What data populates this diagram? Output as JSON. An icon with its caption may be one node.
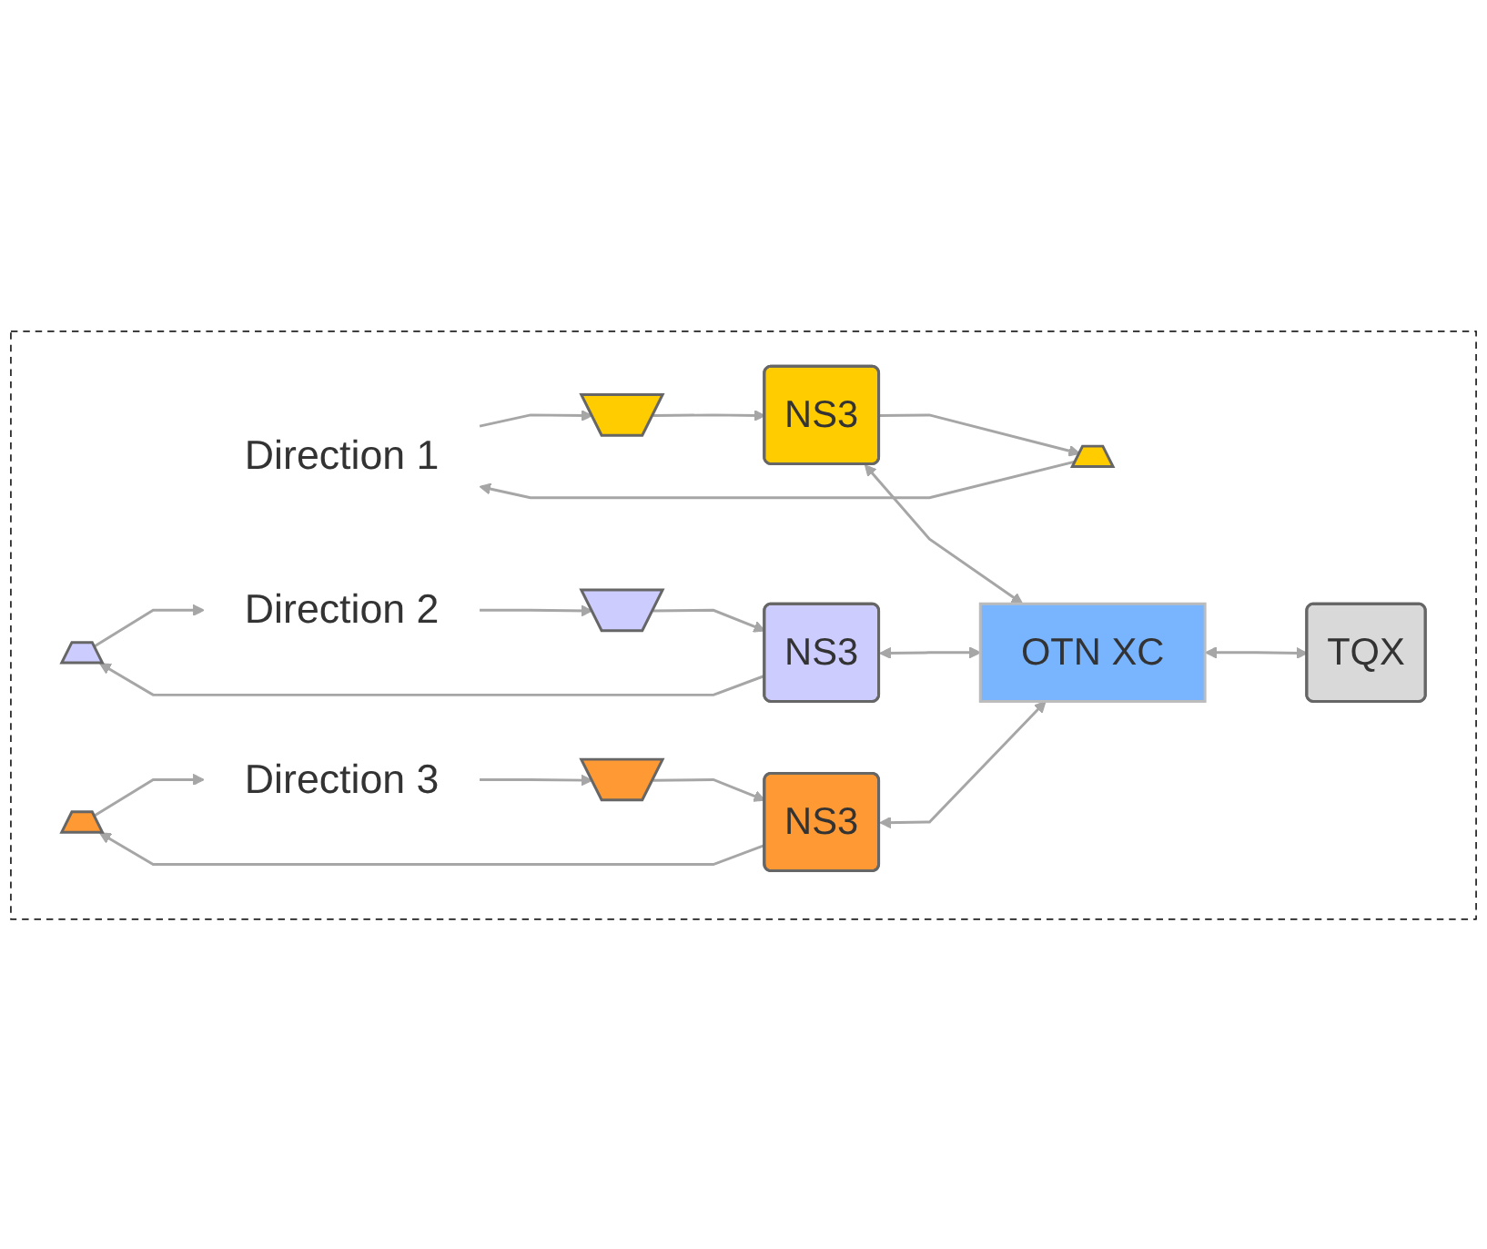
{
  "diagram": {
    "nodes": [
      {
        "text": [],
        "shape": "box"
      },
      {
        "text": [
          "Direction 1"
        ],
        "in": 0
      },
      {
        "text": [
          "Direction 2"
        ],
        "in": 0
      },
      {
        "text": [
          "Direction 3"
        ],
        "in": 0
      },
      {
        "text": [],
        "shape": "trapezoid",
        "in": 0
      },
      {
        "text": [],
        "shape": "trapezoid",
        "in": 0
      },
      {
        "text": [],
        "shape": "trapezoid",
        "in": 0
      },
      {
        "text": [],
        "shape": "trapezoid",
        "in": 0
      },
      {
        "text": [],
        "shape": "trapezoid",
        "in": 0
      },
      {
        "text": [],
        "shape": "trapezoid",
        "in": 0
      },
      {
        "text": [
          "NS3"
        ],
        "in": 0
      },
      {
        "text": [
          "NS3"
        ],
        "in": 0
      },
      {
        "text": [
          "NS3"
        ],
        "in": 0
      },
      {
        "text": [
          "OTN XC"
        ],
        "in": 0
      },
      {
        "text": [
          "TQX"
        ],
        "in": 0
      }
    ],
    "edges": [
      {
        "from": 4,
        "to": 1,
        "arrow": "to"
      },
      {
        "from": 1,
        "to": 5,
        "arrow": "to"
      },
      {
        "from": 6,
        "to": 2,
        "arrow": "to"
      },
      {
        "from": 2,
        "to": 7,
        "arrow": "to"
      },
      {
        "from": 8,
        "to": 3,
        "arrow": "to"
      },
      {
        "from": 3,
        "to": 9,
        "arrow": "to"
      },
      {
        "from": 10,
        "to": 4,
        "arrow": "to"
      },
      {
        "from": 5,
        "to": 10,
        "arrow": "to"
      },
      {
        "from": 11,
        "to": 6,
        "arrow": "to"
      },
      {
        "from": 7,
        "to": 11,
        "arrow": "to"
      },
      {
        "from": 12,
        "to": 8,
        "arrow": "to"
      },
      {
        "from": 9,
        "to": 12,
        "arrow": "to"
      },
      {
        "from": 10,
        "to": 13,
        "arrow": "both"
      },
      {
        "from": 11,
        "to": 13,
        "arrow": "both"
      },
      {
        "from": 12,
        "to": 13,
        "arrow": "both"
      },
      {
        "from": 13,
        "to": 14,
        "arrow": "both"
      }
    ]
  }
}
